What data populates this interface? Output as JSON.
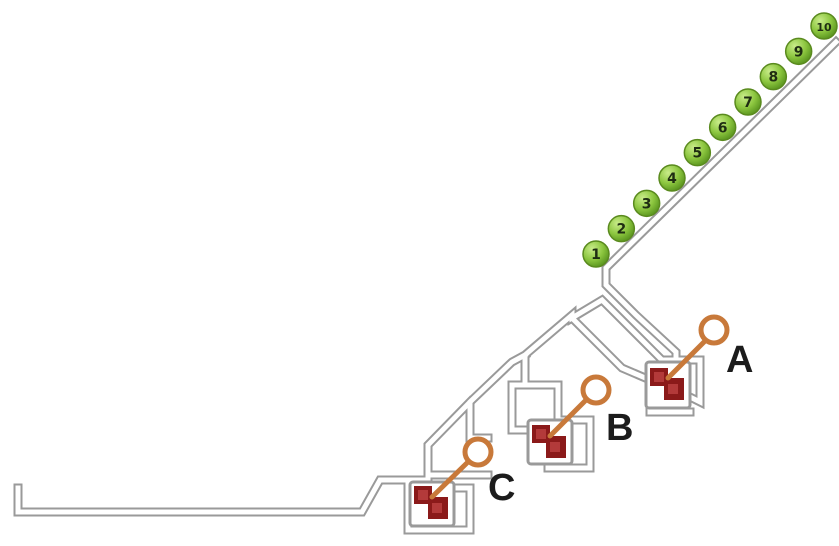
{
  "balls": [
    "1",
    "2",
    "3",
    "4",
    "5",
    "6",
    "7",
    "8",
    "9",
    "10"
  ],
  "switches": [
    {
      "label": "A"
    },
    {
      "label": "B"
    },
    {
      "label": "C"
    }
  ],
  "colors": {
    "ball_fill": "#8cc63f",
    "ball_stroke": "#5a8a1e",
    "track_fill": "#ffffff",
    "track_stroke": "#9a9a9a",
    "lever": "#c8793a",
    "device": "#8b1a1a"
  }
}
